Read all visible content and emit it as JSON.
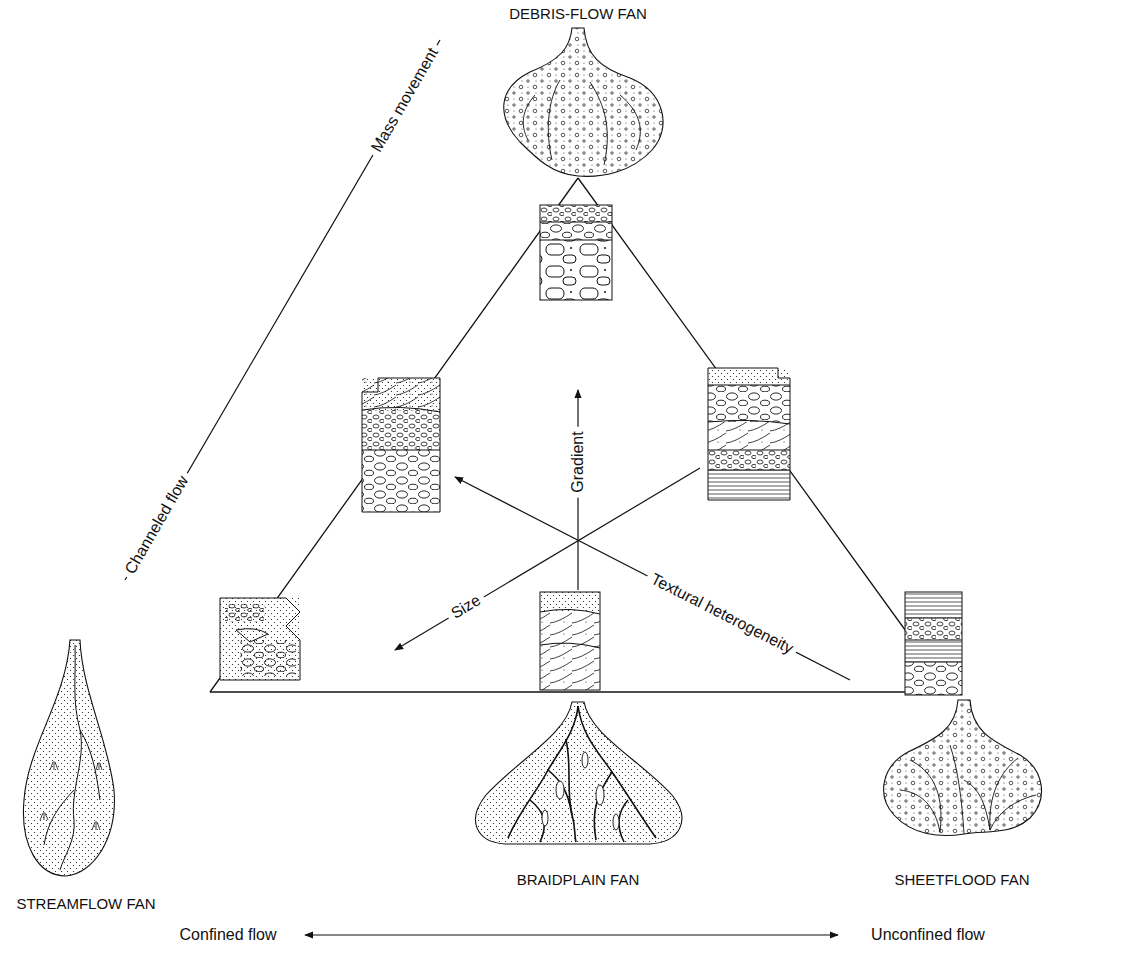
{
  "diagram": {
    "labels": [
      "DEBRIS-FLOW FAN",
      "Mass movement",
      "Gradient",
      "Channeled flow",
      "Textural heterogeneity",
      "Size",
      "STREAMFLOW FAN",
      "BRAIDPLAIN FAN",
      "SHEETFLOOD FAN",
      "Confined flow",
      "Unconfined flow"
    ]
  }
}
